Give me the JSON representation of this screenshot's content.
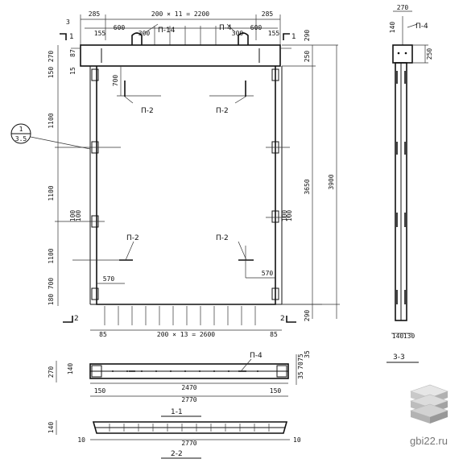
{
  "elevation": {
    "top_dims": [
      "285",
      "200 × 11 = 2200",
      "285"
    ],
    "top_offsets": [
      "155",
      "600",
      "300",
      "300",
      "600",
      "155"
    ],
    "bottom_dims": [
      "85",
      "200 × 13 = 2600",
      "85"
    ],
    "left_dims": [
      "270",
      "150",
      "15",
      "1100",
      "1100",
      "100",
      "100",
      "1100",
      "700",
      "180"
    ],
    "left_small": [
      "87",
      "3"
    ],
    "right_dims": [
      "290",
      "250",
      "3650",
      "3900",
      "100",
      "100",
      "290"
    ],
    "inner_700": "700",
    "dim_570_left": "570",
    "dim_570_right": "570",
    "loop_label": "П-14",
    "loop_label_right": "П-4",
    "mesh_labels": [
      "П-2",
      "П-2",
      "П-2",
      "П-2"
    ],
    "callout_top": "1",
    "callout_bottom": "3.5",
    "cut_top_left": "1",
    "cut_top_right": "1",
    "cut_bottom_left": "2",
    "cut_bottom_right": "2"
  },
  "section_3_3": {
    "dims_top": [
      "270",
      "140"
    ],
    "label_p4": "П-4",
    "dim_250": "250",
    "dims_bottom": [
      "140",
      "130"
    ],
    "title": "3-3"
  },
  "section_1_1": {
    "left_dims": [
      "270",
      "140"
    ],
    "right_dims": [
      "75",
      "70",
      "35",
      "35"
    ],
    "label_p4": "П-4",
    "bottom_small": [
      "150",
      "150"
    ],
    "dim_2470": "2470",
    "dim_2770": "2770",
    "title": "1-1"
  },
  "section_2_2": {
    "left_dim": "140",
    "end_dims": [
      "10",
      "10"
    ],
    "dim_2770": "2770",
    "title": "2-2"
  },
  "watermark": {
    "text": "gbi22.ru"
  }
}
